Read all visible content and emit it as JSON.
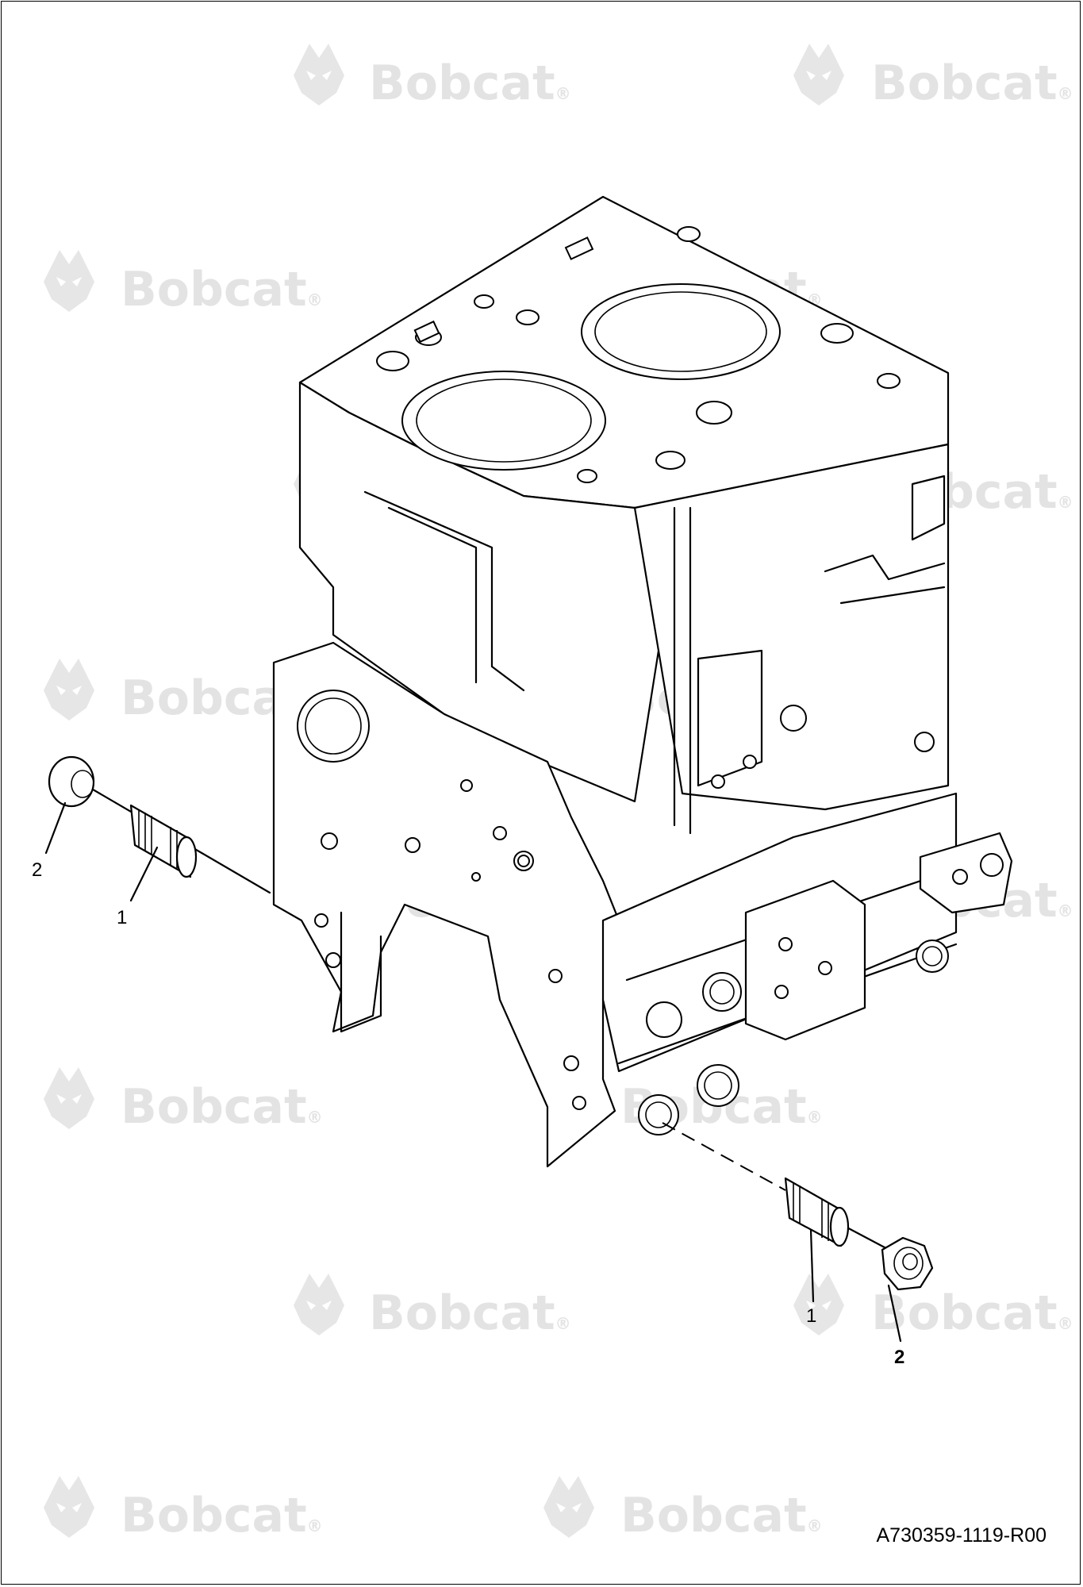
{
  "watermark": {
    "brand": "Bobcat",
    "mark": "®"
  },
  "callouts": {
    "left_stud": "1",
    "left_nut": "2",
    "right_stud": "1",
    "right_nut": "2"
  },
  "reference_code": "A730359-1119-R00"
}
